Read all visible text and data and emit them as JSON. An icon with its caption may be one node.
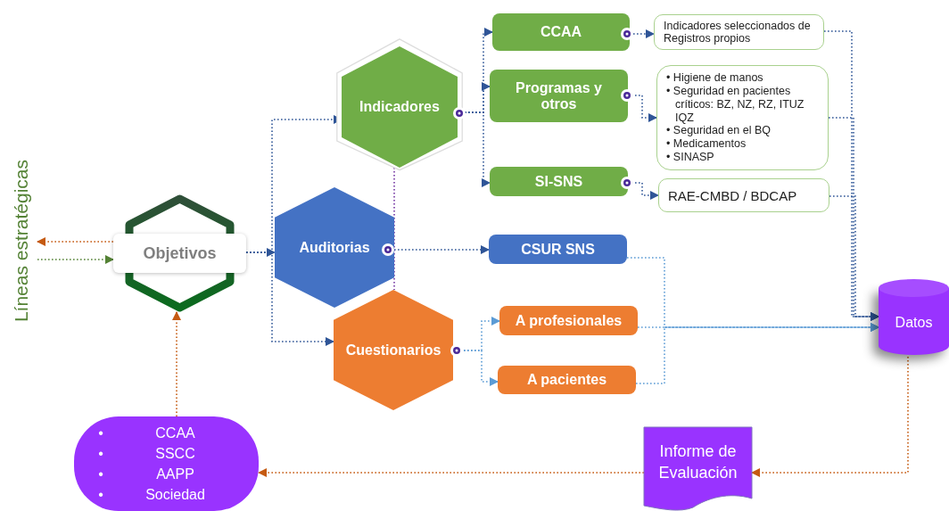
{
  "diagram": {
    "nodes": [
      {
        "text": [
          "Líneas estratégicas"
        ]
      },
      {
        "text": [
          "Objetivos"
        ]
      },
      {
        "text": [
          "Indicadores"
        ]
      },
      {
        "text": [
          "Auditorias"
        ]
      },
      {
        "text": [
          "Cuestionarios"
        ]
      },
      {
        "text": [
          "CCAA"
        ]
      },
      {
        "text": [
          "Indicadores seleccionados de Registros propios"
        ]
      },
      {
        "text": [
          "Programas y otros"
        ]
      },
      {
        "text": [
          "• Higiene de manos",
          "• Seguridad en pacientes críticos: BZ, NZ, RZ, ITUZ IQZ",
          "• Seguridad en el BQ",
          "• Medicamentos",
          "• SINASP"
        ]
      },
      {
        "text": [
          "SI-SNS"
        ]
      },
      {
        "text": [
          "RAE-CMBD / BDCAP"
        ]
      },
      {
        "text": [
          "CSUR SNS"
        ]
      },
      {
        "text": [
          "A profesionales"
        ]
      },
      {
        "text": [
          "A pacientes"
        ]
      },
      {
        "text": [
          "Datos"
        ]
      },
      {
        "text": [
          "Informe de Evaluación"
        ]
      },
      {
        "text": [
          "•",
          "CCAA",
          "•",
          "SSCC",
          "•",
          "AAPP",
          "•",
          "Sociedad"
        ]
      }
    ],
    "edges": [
      {
        "from": 1,
        "to": 0,
        "arrow": "to",
        "color": "#c55a11"
      },
      {
        "from": 0,
        "to": 1,
        "arrow": "to",
        "color": "#548235"
      },
      {
        "from": 1,
        "to": 2,
        "arrow": "to"
      },
      {
        "from": 1,
        "to": 3,
        "arrow": "to"
      },
      {
        "from": 1,
        "to": 4,
        "arrow": "to"
      },
      {
        "from": 2,
        "to": 5,
        "arrow": "to"
      },
      {
        "from": 2,
        "to": 7,
        "arrow": "to"
      },
      {
        "from": 2,
        "to": 9,
        "arrow": "to"
      },
      {
        "from": 2,
        "to": 4,
        "arrow": "none",
        "color": "#7030a0"
      },
      {
        "from": 5,
        "to": 6,
        "arrow": "to"
      },
      {
        "from": 7,
        "to": 8,
        "arrow": "to"
      },
      {
        "from": 9,
        "to": 10,
        "arrow": "to"
      },
      {
        "from": 3,
        "to": 11,
        "arrow": "to"
      },
      {
        "from": 4,
        "to": 12,
        "arrow": "to",
        "color": "#5b9bd5"
      },
      {
        "from": 4,
        "to": 13,
        "arrow": "to",
        "color": "#5b9bd5"
      },
      {
        "from": 6,
        "to": 14,
        "arrow": "to"
      },
      {
        "from": 8,
        "to": 14,
        "arrow": "to"
      },
      {
        "from": 10,
        "to": 14,
        "arrow": "to"
      },
      {
        "from": 11,
        "to": 14,
        "arrow": "to",
        "color": "#5b9bd5"
      },
      {
        "from": 12,
        "to": 14,
        "arrow": "to",
        "color": "#5b9bd5"
      },
      {
        "from": 13,
        "to": 14,
        "arrow": "to",
        "color": "#5b9bd5"
      },
      {
        "from": 14,
        "to": 15,
        "arrow": "to",
        "color": "#c55a11"
      },
      {
        "from": 15,
        "to": 16,
        "arrow": "to",
        "color": "#c55a11"
      },
      {
        "from": 16,
        "to": 1,
        "arrow": "to",
        "color": "#c55a11"
      }
    ]
  }
}
